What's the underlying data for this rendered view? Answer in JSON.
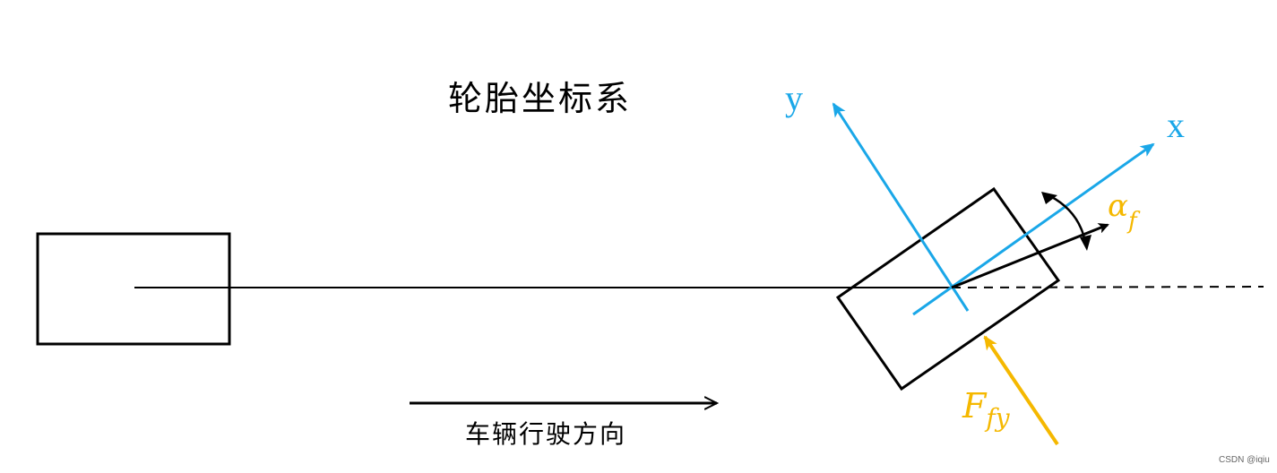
{
  "title": "轮胎坐标系",
  "direction_label": "车辆行驶方向",
  "axes": {
    "x_label": "x",
    "y_label": "y"
  },
  "slip_angle_label": {
    "base": "α",
    "sub": "f"
  },
  "force_label": {
    "base": "F",
    "sub": "fy"
  },
  "watermark": "CSDN @iqiu",
  "colors": {
    "axis": "#1aa7e8",
    "annotation": "#f5b800",
    "lines": "#000000"
  }
}
